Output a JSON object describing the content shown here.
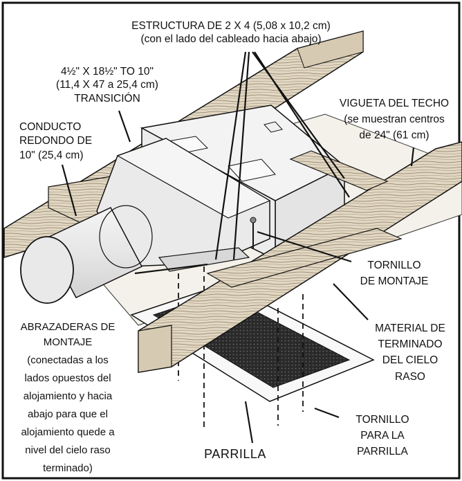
{
  "labels": {
    "estructura": {
      "line1": "ESTRUCTURA DE 2 X 4 (5,08 x 10,2 cm)",
      "line2": "(con el lado del cableado hacia abajo)"
    },
    "transicion": {
      "line1": "4½\" X 18½\" TO 10\"",
      "line2": "(11,4 X 47 a 25,4 cm)",
      "line3": "TRANSICIÓN"
    },
    "conducto": {
      "line1": "CONDUCTO",
      "line2": "REDONDO DE",
      "line3": "10\" (25,4 cm)"
    },
    "vigueta": {
      "line1": "VIGUETA DEL TECHO",
      "line2": "(se muestran centros",
      "line3": "de 24\" (61 cm)"
    },
    "tornillo_montaje": {
      "line1": "TORNILLO",
      "line2": "DE MONTAJE"
    },
    "abrazaderas": {
      "line1": "ABRAZADERAS DE",
      "line2": "MONTAJE",
      "line3": "(conectadas a los",
      "line4": "lados opuestos del",
      "line5": "alojamiento y hacia",
      "line6": "abajo para que el",
      "line7": "alojamiento quede a",
      "line8": "nivel del cielo raso",
      "line9": "terminado)"
    },
    "material": {
      "line1": "MATERIAL DE",
      "line2": "TERMINADO",
      "line3": "DEL CIELO",
      "line4": "RASO"
    },
    "parrilla": "PARRILLA",
    "tornillo_parrilla": {
      "line1": "TORNILLO",
      "line2": "PARA  LA",
      "line3": "PARRILLA"
    }
  },
  "colors": {
    "wood": "#e2d7c2",
    "wood_grain": "#8a7c66",
    "metal": "#eeeeee",
    "metal_dark": "#d0d0d0",
    "ceiling": "#f4f1ea",
    "grille": "#2a2a2a",
    "line": "#111111"
  }
}
